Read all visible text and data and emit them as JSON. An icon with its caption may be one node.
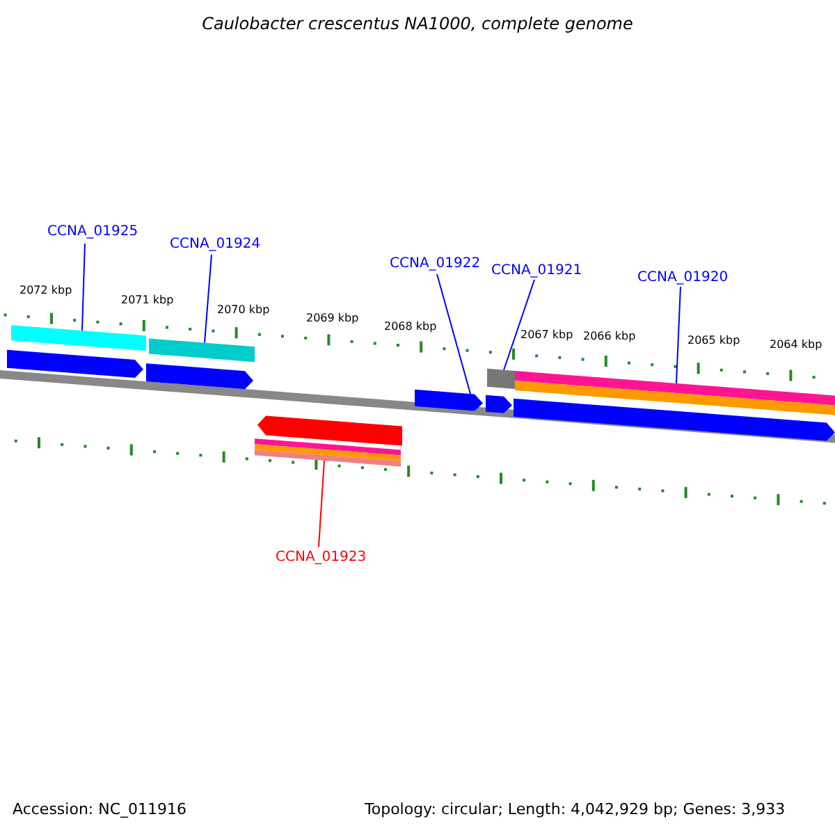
{
  "diagram": {
    "title": "Caulobacter crescentus NA1000, complete genome",
    "nodes": [
      {
        "text": [
          "CCNA_01925"
        ]
      },
      {
        "text": [
          "CCNA_01924"
        ]
      },
      {
        "text": [
          "CCNA_01922"
        ]
      },
      {
        "text": [
          "CCNA_01921"
        ]
      },
      {
        "text": [
          "CCNA_01920"
        ]
      },
      {
        "text": [
          "CCNA_01923"
        ]
      },
      {
        "text": [],
        "shape": "bar"
      },
      {
        "text": [],
        "shape": "bar"
      },
      {
        "text": [],
        "shape": "bar"
      },
      {
        "text": [],
        "shape": "bar"
      },
      {
        "text": [],
        "shape": "bar"
      },
      {
        "text": [],
        "shape": "pentagon"
      },
      {
        "text": [],
        "shape": "pentagon"
      },
      {
        "text": [],
        "shape": "pentagon"
      },
      {
        "text": [],
        "shape": "pentagon"
      },
      {
        "text": [],
        "shape": "pentagon"
      },
      {
        "text": [],
        "shape": "pentagon"
      },
      {
        "text": [],
        "shape": "bar"
      },
      {
        "text": [],
        "shape": "bar"
      },
      {
        "text": [],
        "shape": "bar"
      }
    ],
    "edges": [
      {
        "from": 0,
        "to": 6,
        "arrow": "none"
      },
      {
        "from": 1,
        "to": 7,
        "arrow": "none"
      },
      {
        "from": 2,
        "to": 13,
        "arrow": "none"
      },
      {
        "from": 3,
        "to": 8,
        "arrow": "none"
      },
      {
        "from": 4,
        "to": 9,
        "arrow": "none"
      },
      {
        "from": 5,
        "to": 19,
        "arrow": "none",
        "color": "#ff0000"
      }
    ],
    "labels": [
      "2072 kbp",
      "2071 kbp",
      "2070 kbp",
      "2069 kbp",
      "2068 kbp",
      "2067 kbp",
      "2066 kbp",
      "2065 kbp",
      "2064 kbp",
      "Accession: NC_011916",
      "Topology: circular; Length: 4,042,929 bp; Genes: 3,933"
    ]
  }
}
